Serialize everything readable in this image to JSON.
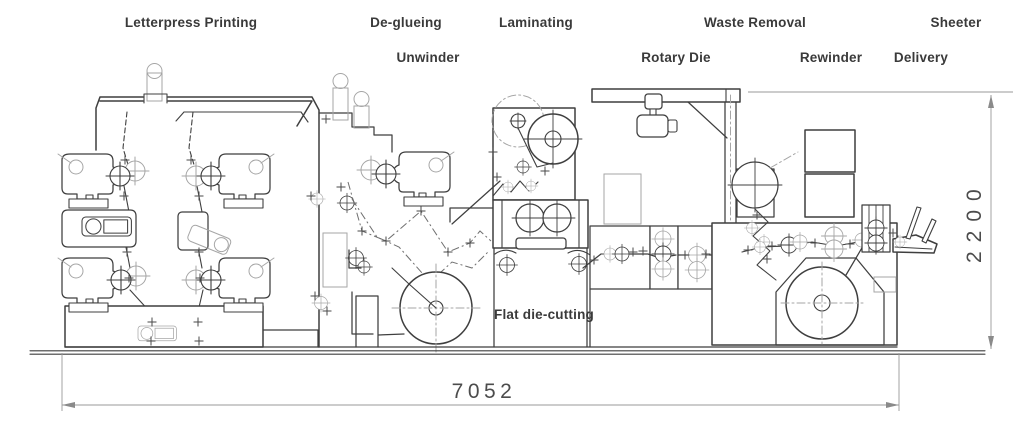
{
  "title": "Label printing press layout drawing",
  "labels": {
    "row1": [
      {
        "id": "letterpress-printing",
        "text": "Letterpress Printing"
      },
      {
        "id": "de-glueing",
        "text": "De-glueing"
      },
      {
        "id": "laminating",
        "text": "Laminating"
      },
      {
        "id": "waste-removal",
        "text": "Waste Removal"
      },
      {
        "id": "sheeter",
        "text": "Sheeter"
      }
    ],
    "row2": [
      {
        "id": "unwinder",
        "text": "Unwinder"
      },
      {
        "id": "rotary-die",
        "text": "Rotary Die"
      },
      {
        "id": "rewinder",
        "text": "Rewinder"
      },
      {
        "id": "delivery",
        "text": "Delivery"
      }
    ],
    "inline": [
      {
        "id": "flat-die-cutting",
        "text": "Flat die-cutting"
      }
    ]
  },
  "dimensions": {
    "overall_length": "7052",
    "overall_height": "2200"
  },
  "colors": {
    "line": "#3f3f3f",
    "light_line": "#a6a6a6",
    "dimension_line": "#9a9a9a",
    "label_text": "#3a3a3a",
    "background": "#ffffff"
  }
}
